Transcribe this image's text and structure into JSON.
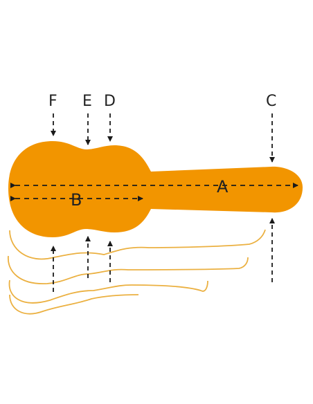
{
  "labels": {
    "a": "A",
    "b": "B",
    "c": "C",
    "d": "D",
    "e": "E",
    "f": "F"
  },
  "colors": {
    "case_fill": "#F29500",
    "outline_stroke": "#EBB040",
    "arrow": "#1a1a1a"
  }
}
